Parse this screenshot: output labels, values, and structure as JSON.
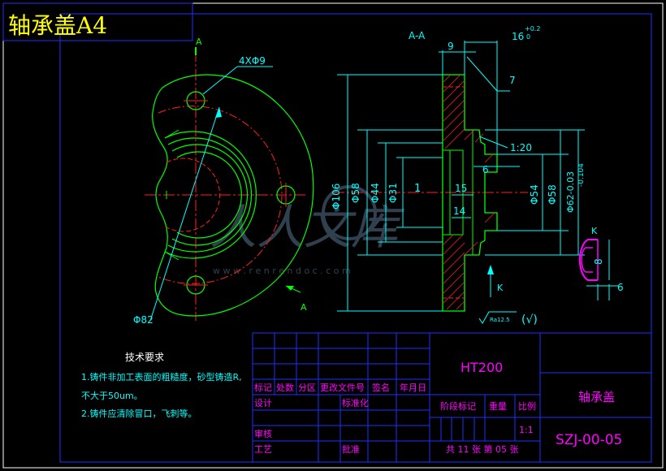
{
  "title": "轴承盖A4",
  "section_label": "A-A",
  "section_marks": [
    "A",
    "A"
  ],
  "front_view": {
    "hole_callout": "4XΦ9",
    "outer_dia": "Φ82"
  },
  "section_view": {
    "dims": {
      "d106": "Φ106",
      "d58_left": "Φ58",
      "d44": "Φ44",
      "d31": "Φ31",
      "d54": "Φ54",
      "d58_right": "Φ58",
      "d62": "Φ62-0.03",
      "d62_lower": "-0.104",
      "w9": "9",
      "w16": "16",
      "w16_tol": "+0.2",
      "w16_tol_low": "0",
      "ratio": "1:20",
      "w6": "6",
      "w15": "15",
      "w14": "14",
      "n1": "1",
      "item7": "7"
    },
    "view_k": "K",
    "roughness": "Ra12.5",
    "roughness_check": "(√)"
  },
  "detail_k": {
    "label": "K",
    "dim8": "8",
    "dim6": "6"
  },
  "tech_req": {
    "heading": "技术要求",
    "line1": "1.铸件非加工表面的粗糙度，砂型铸造R,",
    "line2": "不大于50um。",
    "line3": "2.铸件应清除冒口，飞刺等。"
  },
  "title_block": {
    "material": "HT200",
    "part_name": "轴承盖",
    "drawing_no": "SZJ-00-05",
    "headers": [
      "标记",
      "处数",
      "分区",
      "更改文件号",
      "签名",
      "年月日"
    ],
    "design": "设计",
    "standard": "标准化",
    "stage": "阶段标记",
    "weight": "重量",
    "scale_label": "比例",
    "scale": "1:1",
    "review": "审核",
    "process": "工艺",
    "approve": "批准",
    "sheets": "共 11 张  第 05 张"
  },
  "watermark": {
    "main": "人人文库",
    "url": "w w w . r e n r e n d o c . c o m"
  },
  "colors": {
    "background": "#000000",
    "green": "#00ff00",
    "cyan": "#00ffff",
    "red": "#ff2020",
    "magenta": "#ff00ff",
    "white": "#ffffff",
    "yellow": "#ffff00",
    "blue": "#2030ff"
  }
}
